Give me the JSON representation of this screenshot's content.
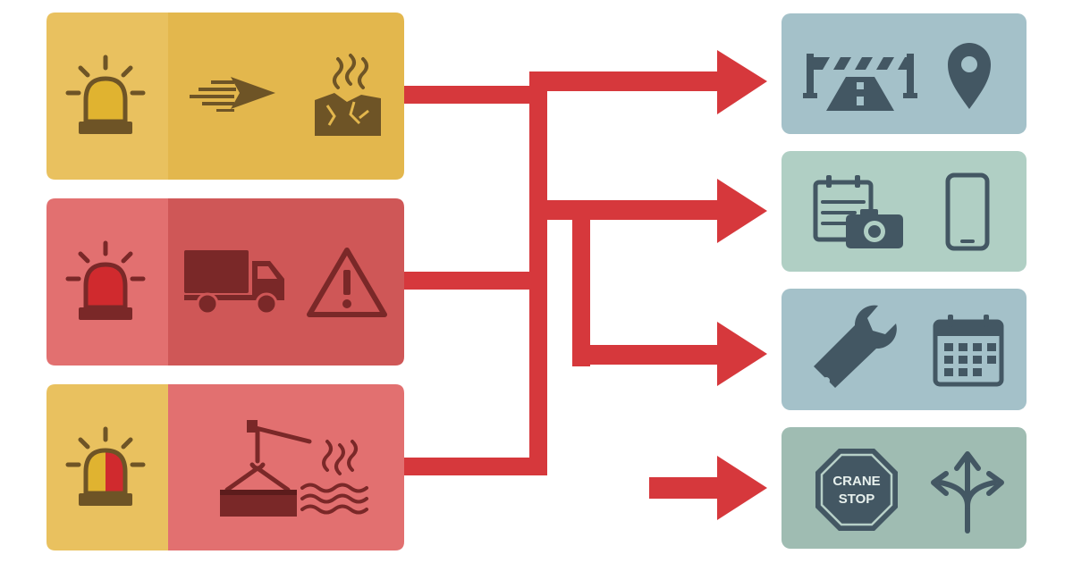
{
  "colors": {
    "yellow_panel": "#e9c15f",
    "yellow_panel_dark": "#e3b74d",
    "red_panel": "#e27070",
    "red_panel_dark": "#cf5757",
    "icon_yellow_dark": "#6e5426",
    "icon_red_dark": "#7a2828",
    "arrow_red": "#d6383c",
    "slate_panel": "#a4c1c9",
    "slate_panel_green": "#b0cfc4",
    "icon_slate": "#435763"
  },
  "alert_rows": [
    {
      "level": "yellow",
      "icons": [
        "beacon-yellow-icon",
        "fast-arrow-icon",
        "cracked-hot-pavement-icon"
      ]
    },
    {
      "level": "red",
      "icons": [
        "beacon-red-icon",
        "truck-icon",
        "warning-triangle-icon"
      ]
    },
    {
      "level": "yellow-red",
      "icons": [
        "beacon-half-red-icon",
        "crane-lifting-load-icon",
        "heat-waves-icon"
      ]
    }
  ],
  "action_panels": [
    {
      "icons": [
        "road-barrier-icon",
        "map-pin-icon"
      ]
    },
    {
      "icons": [
        "clipboard-camera-icon",
        "smartphone-icon"
      ]
    },
    {
      "icons": [
        "wrench-icon",
        "calendar-icon"
      ]
    },
    {
      "icons": [
        "crane-stop-sign-icon",
        "branching-route-arrows-icon"
      ]
    }
  ],
  "stop_sign": {
    "line1": "CRANE",
    "line2": "STOP"
  }
}
